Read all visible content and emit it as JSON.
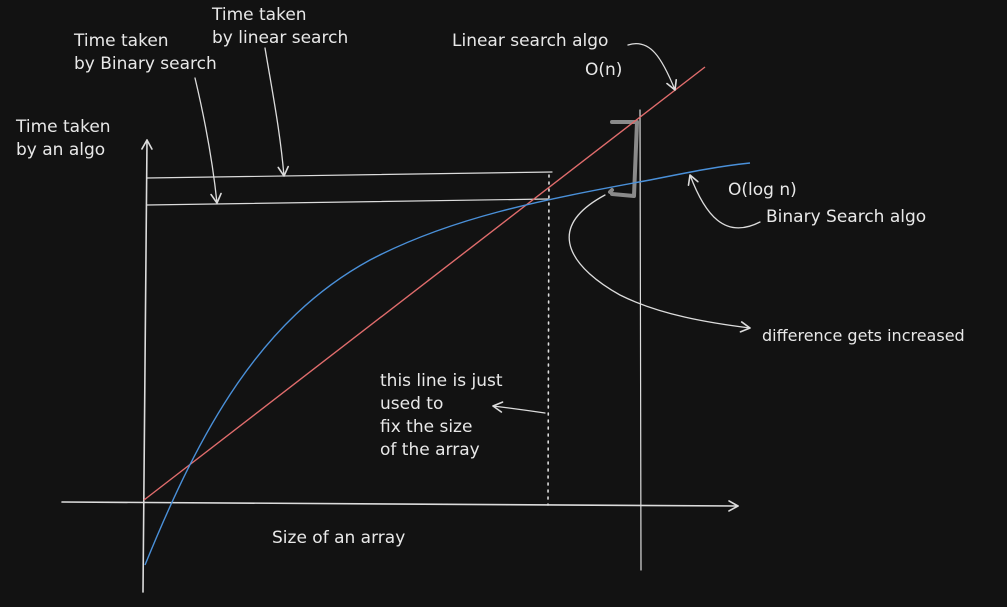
{
  "labels": {
    "y_axis": [
      "Time taken",
      "by an algo"
    ],
    "x_axis": "Size of an array",
    "time_binary": [
      "Time taken",
      "by Binary search"
    ],
    "time_linear": [
      "Time taken",
      "by linear search"
    ],
    "linear_algo": "Linear search algo",
    "linear_complexity": "O(n)",
    "binary_complexity": "O(log n)",
    "binary_algo": "Binary Search algo",
    "difference": "difference gets increased",
    "fix_line_note": [
      "this line is just",
      "used to",
      "fix the size",
      "of the array"
    ]
  },
  "colors": {
    "background": "#121212",
    "linear_curve": "#e06c6c",
    "binary_curve": "#4a90d9",
    "ink": "#dcdcdc"
  }
}
